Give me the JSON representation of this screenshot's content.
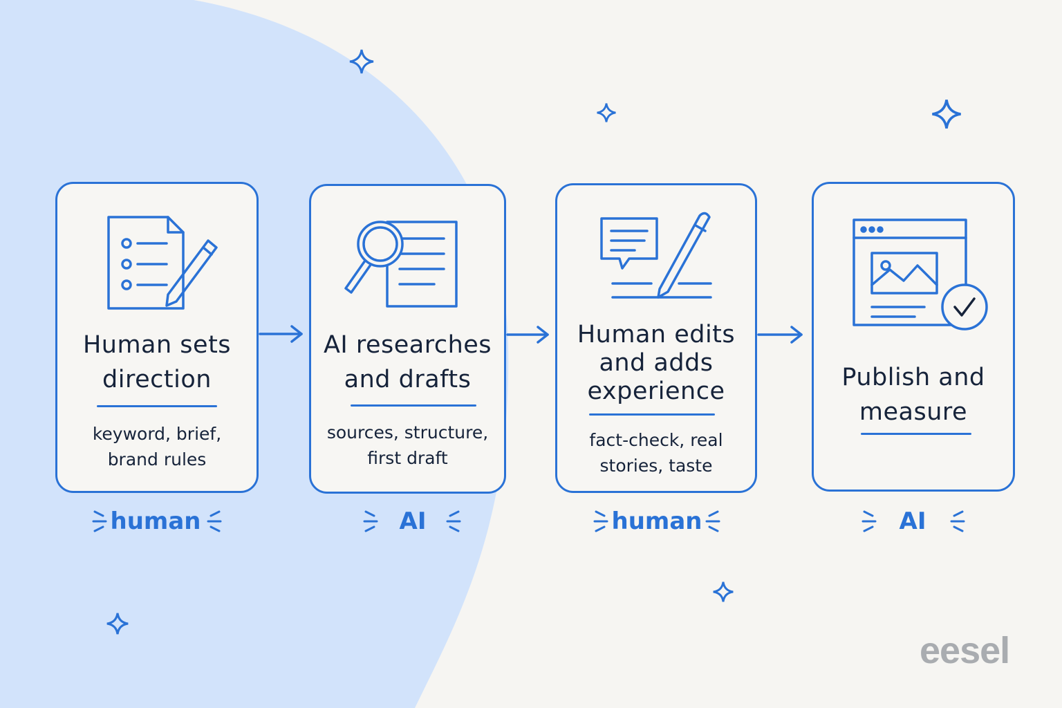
{
  "colors": {
    "accent": "#2a72d6",
    "text": "#16233a",
    "background": "#f6f5f2",
    "blob": "#d2e3fb",
    "logo": "#a9acb0"
  },
  "steps": [
    {
      "title_lines": [
        "Human sets",
        "direction"
      ],
      "sub_lines": [
        "keyword, brief,",
        "brand rules"
      ],
      "tag": "human",
      "icon": "checklist-document-pencil-icon"
    },
    {
      "title_lines": [
        "AI researches",
        "and drafts"
      ],
      "sub_lines": [
        "sources, structure,",
        "first draft"
      ],
      "tag": "AI",
      "icon": "magnifier-document-icon"
    },
    {
      "title_lines": [
        "Human edits",
        "and adds",
        "experience"
      ],
      "sub_lines": [
        "fact-check, real",
        "stories, taste"
      ],
      "tag": "human",
      "icon": "speech-bubble-pen-icon"
    },
    {
      "title_lines": [
        "Publish and",
        "measure"
      ],
      "sub_lines": [],
      "tag": "AI",
      "icon": "browser-image-check-icon"
    }
  ],
  "logo": "eesel"
}
